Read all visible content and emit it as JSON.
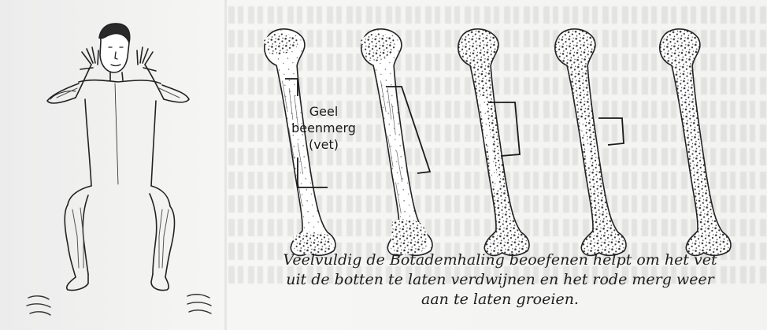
{
  "figure": {
    "label_lines": [
      "Geel",
      "beenmerg",
      "(vet)"
    ],
    "caption_lines": [
      "Veelvuldig de Botademhaling beoefenen helpt om het vet",
      "uit de botten te laten verdwijnen en het rode merg weer",
      "aan te laten groeien."
    ],
    "bones_count": 5
  }
}
